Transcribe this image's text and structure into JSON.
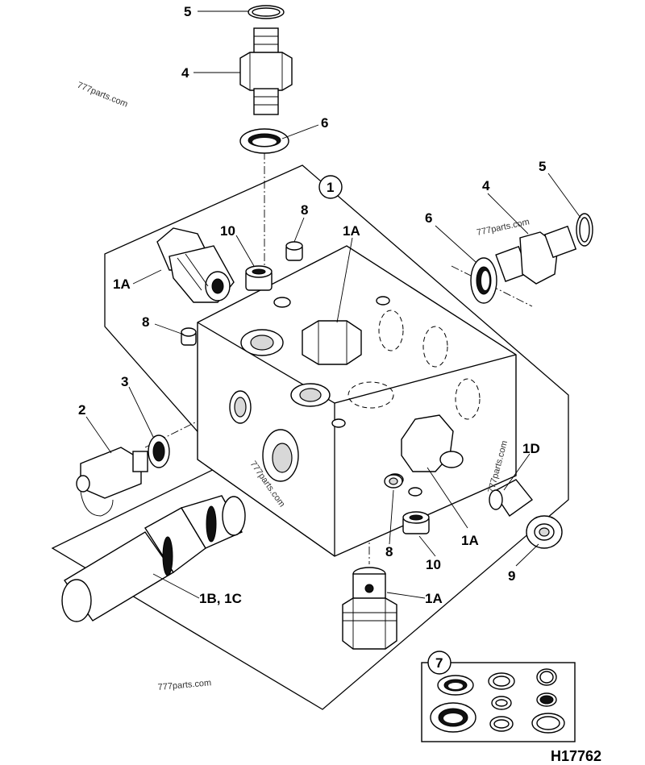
{
  "labels": {
    "l5_top": "5",
    "l4_top": "4",
    "l6_top": "6",
    "l1": "1",
    "l8_a": "8",
    "l10_a": "10",
    "l1a_top": "1A",
    "l1a_left": "1A",
    "l8_b": "8",
    "l6_right": "6",
    "l4_right": "4",
    "l5_right": "5",
    "l3": "3",
    "l2": "2",
    "l1d": "1D",
    "l1a_mid": "1A",
    "l8_c": "8",
    "l10_b": "10",
    "l9": "9",
    "l1a_bottom": "1A",
    "l1b1c": "1B, 1C",
    "l7": "7"
  },
  "watermarks": {
    "w1": "777parts.com",
    "w2": "777parts.com",
    "w3": "777parts.com",
    "w4": "777parts.com",
    "w5": "777parts.com"
  },
  "drawing_code": "H17762"
}
